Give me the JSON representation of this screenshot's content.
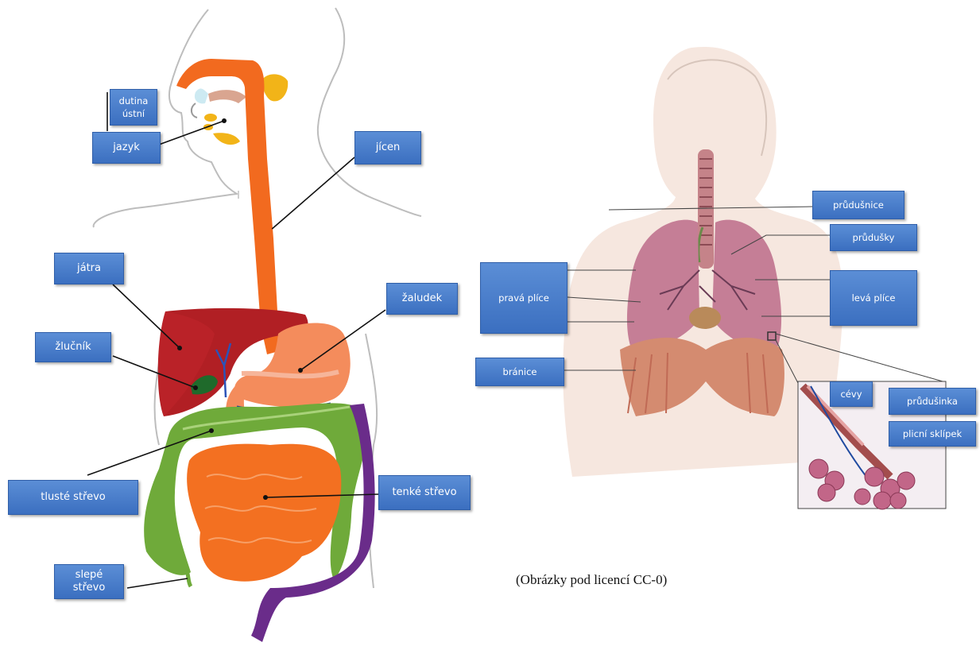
{
  "digestive": {
    "labels": {
      "dutina_ustni": "dutina\nústní",
      "jazyk": "jazyk",
      "jicen": "jícen",
      "jatra": "játra",
      "zaludek": "žaludek",
      "zlucnik": "žlučník",
      "tluste_strevo": "tlusté střevo",
      "tenke_strevo": "tenké střevo",
      "slepe_strevo": "slepé\nstřevo"
    }
  },
  "respiratory": {
    "labels": {
      "prudusnice": "průdušnice",
      "prudusky": "průdušky",
      "prava_plice": "pravá plíce",
      "leva_plice": "levá plíce",
      "branice": "bránice",
      "cevy": "cévy",
      "prudusinka": "průdušinka",
      "plicni_sklipek": "plicní sklípek"
    }
  },
  "caption": "(Obrázky pod licencí CC-0)"
}
